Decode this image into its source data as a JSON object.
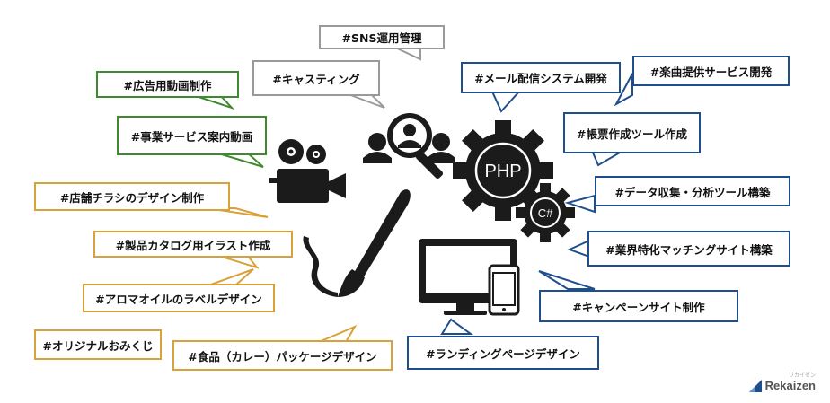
{
  "colors": {
    "gray": "#9a9a9a",
    "green": "#3f8a2e",
    "orange": "#d9a13a",
    "blue": "#1f4e8c",
    "icon": "#1b1b1b"
  },
  "center_icons": {
    "php_gear_text": "PHP",
    "csharp_gear_text": "C#",
    "icon_names": [
      "film-projector-icon",
      "user-search-icon",
      "paint-brush-icon",
      "desktop-monitor-icon",
      "smartphone-icon",
      "php-gear-icon",
      "csharp-gear-icon"
    ]
  },
  "bubbles": {
    "sns": {
      "label": "#SNS運用管理",
      "color": "gray"
    },
    "casting": {
      "label": "#キャスティング",
      "color": "gray"
    },
    "ad_video": {
      "label": "#広告用動画制作",
      "color": "green"
    },
    "business_video": {
      "label": "#事業サービス案内動画",
      "color": "green"
    },
    "flyer": {
      "label": "#店舗チラシのデザイン制作",
      "color": "orange"
    },
    "catalog": {
      "label": "#製品カタログ用イラスト作成",
      "color": "orange"
    },
    "aroma": {
      "label": "#アロマオイルのラベルデザイン",
      "color": "orange"
    },
    "omikuji": {
      "label": "#オリジナルおみくじ",
      "color": "orange"
    },
    "curry": {
      "label": "#食品（カレー）パッケージデザイン",
      "color": "orange"
    },
    "mail_system": {
      "label": "#メール配信システム開発",
      "color": "blue"
    },
    "music_service": {
      "label": "#楽曲提供サービス開発",
      "color": "blue"
    },
    "voucher_tool": {
      "label": "#帳票作成ツール作成",
      "color": "blue"
    },
    "data_tool": {
      "label": "#データ収集・分析ツール構築",
      "color": "blue"
    },
    "matching_site": {
      "label": "#業界特化マッチングサイト構築",
      "color": "blue"
    },
    "campaign_site": {
      "label": "#キャンペーンサイト制作",
      "color": "blue"
    },
    "landing_page": {
      "label": "#ランディングページデザイン",
      "color": "blue"
    }
  },
  "logo": {
    "text": "Rekaizen",
    "subtext": "リカイゼン"
  }
}
